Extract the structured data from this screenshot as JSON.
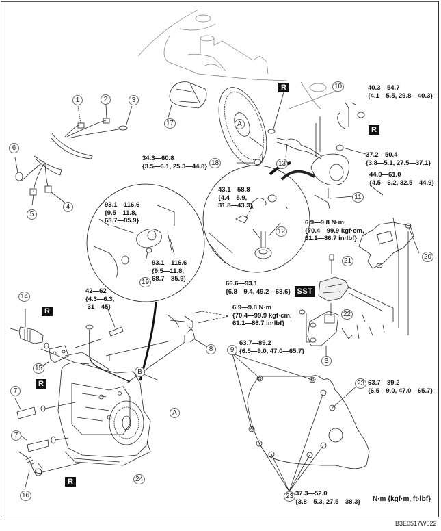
{
  "figure": {
    "code": "B3E0517W022",
    "unit_legend": "N·m {kgf·m, ft·lbf}"
  },
  "callouts": {
    "c1": "1",
    "c2": "2",
    "c3": "3",
    "c4": "4",
    "c5": "5",
    "c6": "6",
    "c7a": "7",
    "c7b": "7",
    "c8": "8",
    "c9": "9",
    "c10": "10",
    "c11": "11",
    "c12": "12",
    "c13": "13",
    "c14": "14",
    "c15": "15",
    "c16": "16",
    "c17": "17",
    "c18": "18",
    "c19": "19",
    "c20": "20",
    "c21": "21",
    "c22": "22",
    "c23a": "23",
    "c23b": "23",
    "c24": "24",
    "A1": "A",
    "A2": "A",
    "B1": "B",
    "B2": "B"
  },
  "markers": {
    "replace": "R",
    "sst": "SST"
  },
  "torques": {
    "t18": "34.3—60.8\n{3.5—6.1, 25.3—44.8}",
    "t10": "40.3—54.7\n{4.1—5.5, 29.8—40.3}",
    "t_nut": "37.2—50.4\n{3.8—5.1, 27.5—37.1}",
    "t20": "44.0—61.0\n{4.5—6.2, 32.5—44.9}",
    "t12": "43.1—58.8\n{4.4—5.9,\n31.8—43.3}",
    "t19a": "93.1—116.6\n{9.5—11.8,\n68.7—85.9}",
    "t19b": "93.1—116.6\n{9.5—11.8,\n68.7—85.9}",
    "t_bracket": "6.9—9.8 N·m\n{70.4—99.9 kgf·cm,\n61.1—86.7 in·lbf}",
    "t21": "66.6—93.1\n{6.8—9.4, 49.2—68.6}",
    "t8": "6.9—9.8 N·m\n{70.4—99.9 kgf·cm,\n61.1—86.7 in·lbf}",
    "t_42": "42—62\n{4.3—6.3,\n 31—45}",
    "t9": "63.7—89.2\n{6.5—9.0, 47.0—65.7}",
    "t23a": "63.7—89.2\n{6.5—9.0, 47.0—65.7}",
    "t23b": "37.3—52.0\n{3.8—5.3, 27.5—38.3}"
  }
}
